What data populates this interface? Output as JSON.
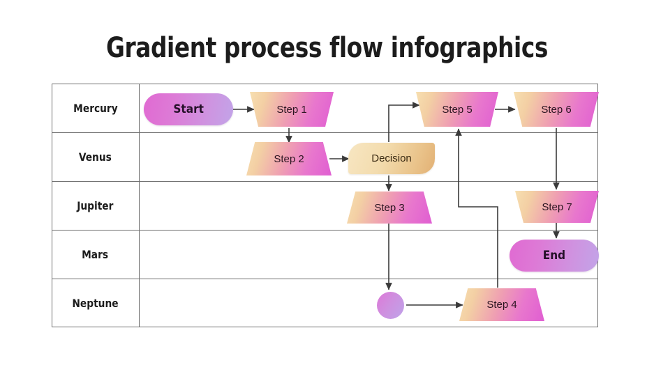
{
  "title": "Gradient process flow infographics",
  "colors": {
    "grid_line": "#6e6e6e",
    "background": "#ffffff",
    "connector": "#3a3a3a",
    "gradient_step_from": "#f7dfb0",
    "gradient_step_to": "#e05ed2",
    "gradient_terminator_from": "#e06ad2",
    "gradient_terminator_to": "#c2a4e8",
    "gradient_decision_from": "#f7e6c2",
    "gradient_decision_to": "#e2b074",
    "title_color": "#1c1c1c"
  },
  "swimlanes": [
    {
      "label": "Mercury"
    },
    {
      "label": "Venus"
    },
    {
      "label": "Jupiter"
    },
    {
      "label": "Mars"
    },
    {
      "label": "Neptune"
    }
  ],
  "nodes": [
    {
      "id": "start",
      "label": "Start",
      "lane": "Mercury",
      "shape": "pill"
    },
    {
      "id": "step1",
      "label": "Step 1",
      "lane": "Mercury",
      "shape": "trapezoid-down"
    },
    {
      "id": "step5",
      "label": "Step 5",
      "lane": "Mercury",
      "shape": "trapezoid-down"
    },
    {
      "id": "step6",
      "label": "Step 6",
      "lane": "Mercury",
      "shape": "trapezoid-down"
    },
    {
      "id": "step2",
      "label": "Step 2",
      "lane": "Venus",
      "shape": "trapezoid-up"
    },
    {
      "id": "decision",
      "label": "Decision",
      "lane": "Venus",
      "shape": "decision"
    },
    {
      "id": "step3",
      "label": "Step 3",
      "lane": "Jupiter",
      "shape": "trapezoid-up"
    },
    {
      "id": "step7",
      "label": "Step 7",
      "lane": "Jupiter",
      "shape": "trapezoid-down"
    },
    {
      "id": "end",
      "label": "End",
      "lane": "Mars",
      "shape": "pill"
    },
    {
      "id": "junction",
      "label": "",
      "lane": "Neptune",
      "shape": "circle"
    },
    {
      "id": "step4",
      "label": "Step 4",
      "lane": "Neptune",
      "shape": "trapezoid-up"
    }
  ],
  "connections": [
    {
      "from": "start",
      "to": "step1"
    },
    {
      "from": "step1",
      "to": "step2"
    },
    {
      "from": "step2",
      "to": "decision"
    },
    {
      "from": "decision",
      "to": "step3"
    },
    {
      "from": "decision",
      "to": "step5"
    },
    {
      "from": "step3",
      "to": "junction"
    },
    {
      "from": "junction",
      "to": "step4"
    },
    {
      "from": "step4",
      "to": "step5"
    },
    {
      "from": "step5",
      "to": "step6"
    },
    {
      "from": "step6",
      "to": "step7"
    },
    {
      "from": "step7",
      "to": "end"
    }
  ]
}
